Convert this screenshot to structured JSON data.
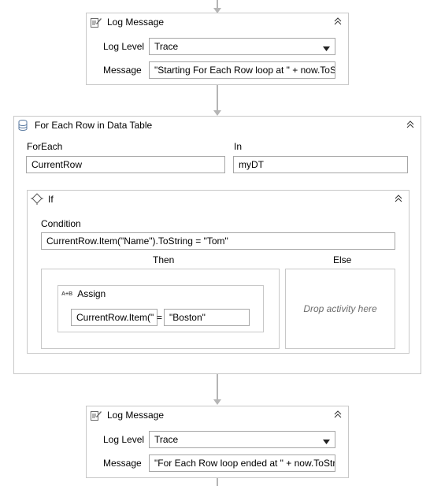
{
  "log_message_top": {
    "title": "Log Message",
    "log_level_label": "Log Level",
    "log_level_value": "Trace",
    "message_label": "Message",
    "message_value": "\"Starting For Each Row loop at \" + now.ToS"
  },
  "for_each_row": {
    "title": "For Each Row in Data Table",
    "foreach_label": "ForEach",
    "foreach_value": "CurrentRow",
    "in_label": "In",
    "in_value": "myDT"
  },
  "if_block": {
    "title": "If",
    "condition_label": "Condition",
    "condition_value": "CurrentRow.Item(\"Name\").ToString = \"Tom\"",
    "then_label": "Then",
    "else_label": "Else",
    "else_placeholder": "Drop activity here"
  },
  "assign": {
    "badge": "A+B",
    "title": "Assign",
    "left_value": "CurrentRow.Item(\"",
    "operator": "=",
    "right_value": "\"Boston\""
  },
  "log_message_bottom": {
    "title": "Log Message",
    "log_level_label": "Log Level",
    "log_level_value": "Trace",
    "message_label": "Message",
    "message_value": "\"For Each Row loop ended at \" + now.ToStri"
  },
  "icons": {
    "log": "log-message-icon",
    "data_table": "data-table-icon",
    "if": "if-icon",
    "collapse": "chevron-up-double-icon",
    "dropdown": "chevron-down-icon"
  }
}
